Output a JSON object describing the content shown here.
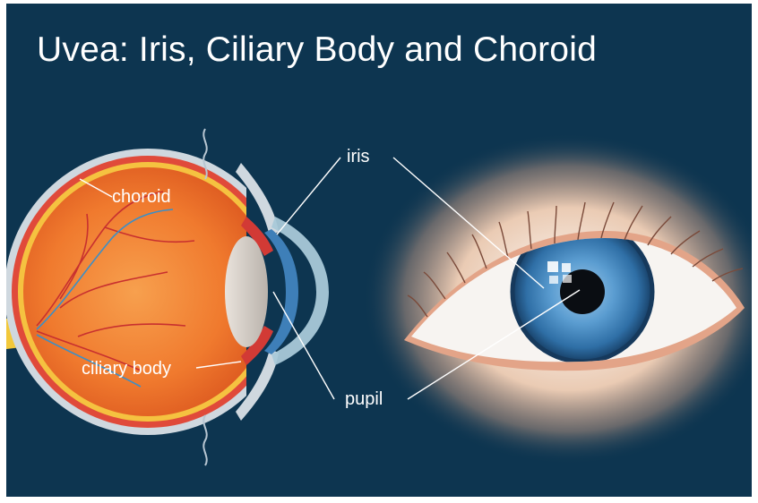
{
  "title": "Uvea: Iris, Ciliary Body and Choroid",
  "labels": {
    "choroid": "choroid",
    "ciliary_body": "ciliary body",
    "iris": "iris",
    "pupil": "pupil"
  },
  "colors": {
    "background": "#0d3550",
    "eyeball": "#f07a2e",
    "iris": "#3f86bf",
    "label_text": "#ffffff"
  }
}
